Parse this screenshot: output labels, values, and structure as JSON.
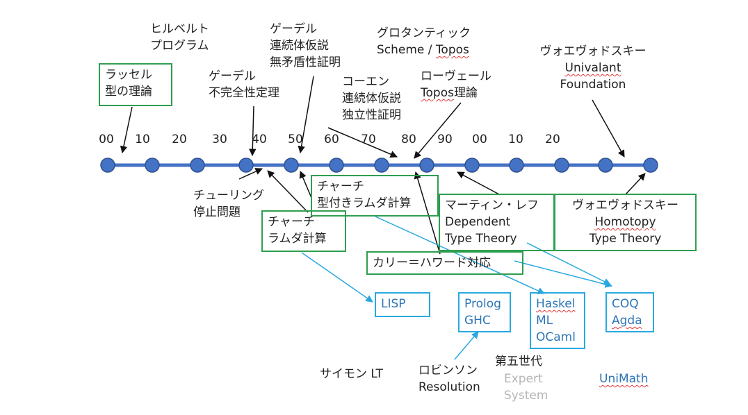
{
  "ticks": [
    "00",
    "10",
    "20",
    "30",
    "40",
    "50",
    "60",
    "70",
    "80",
    "90",
    "00",
    "10",
    "20"
  ],
  "labels": {
    "hilbert": "ヒルベルト\nプログラム",
    "godel_cont": "ゲーデル\n連続体仮説\n無矛盾性証明",
    "godel_incomp": "ゲーデル\n不完全性定理",
    "groth_1": "グロタンティック",
    "groth_2a": "Scheme / ",
    "groth_2b": "Topos",
    "cohen": "コーエン\n連続体仮説\n独立性証明",
    "lawvere_1": "ローヴェール",
    "lawvere_2a": "Topos",
    "lawvere_2b": "理論",
    "voevodsky_1": "ヴォエヴォドスキー",
    "voevodsky_2": "Univalant",
    "voevodsky_3": "Foundation",
    "turing": "チューリング\n停止問題",
    "simon": "サイモン LT",
    "robinson": "ロビンソン\nResolution",
    "fifth_gen": "第五世代",
    "expert": "Expert\nSystem",
    "unimath": "UniMath"
  },
  "boxes": {
    "russell": "ラッセル\n型の理論",
    "church_typed": "チャーチ\n型付きラムダ計算",
    "church": "チャーチ\nラムダ計算",
    "martin_lof": "マーティン・レフ\nDependent\nType Theory",
    "voevodsky_hott_1": "ヴォエヴォドスキー",
    "voevodsky_hott_2": "Homotopy",
    "voevodsky_hott_3": "Type Theory",
    "curry_howard": "カリー＝ハワード対応",
    "lisp": "LISP",
    "prolog": "Prolog\nGHC",
    "haskell_1": "Haskel",
    "haskell_2": "ML",
    "haskell_3": "OCaml",
    "coq_1": "COQ",
    "coq_2": "Agda"
  },
  "colors": {
    "timeline": "#4472c4",
    "node_fill": "#4472c4",
    "node_stroke": "#2f528f",
    "green_box": "#2e9e4f",
    "blue_box": "#29a8e0",
    "blue_text": "#2e75b6",
    "squiggle": "#e23a3a"
  }
}
